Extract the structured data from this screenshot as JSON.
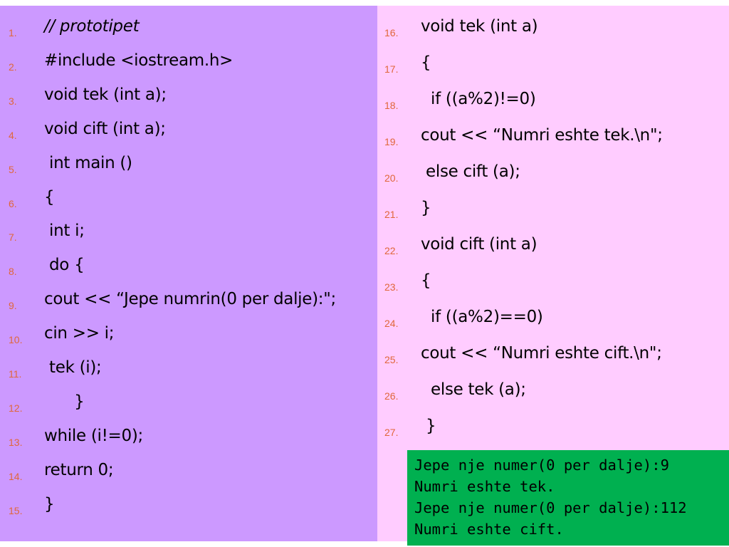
{
  "colors": {
    "left_panel": "#cc99ff",
    "right_panel": "#ffccff",
    "line_numbers": "#e0663a",
    "console_background": "#00b050"
  },
  "left_code": [
    {
      "n": "1.",
      "text": "// prototipet"
    },
    {
      "n": "2.",
      "text": "#include <iostream.h>"
    },
    {
      "n": "3.",
      "text": "void tek (int a);"
    },
    {
      "n": "4.",
      "text": "void cift (int a);"
    },
    {
      "n": "5.",
      "text": " int main ()"
    },
    {
      "n": "6.",
      "text": "{"
    },
    {
      "n": "7.",
      "text": " int i;"
    },
    {
      "n": "8.",
      "text": " do {"
    },
    {
      "n": "9.",
      "text": "cout << “Jepe numrin(0 per dalje):\";"
    },
    {
      "n": "10.",
      "text": "cin >> i;"
    },
    {
      "n": "11.",
      "text": " tek (i);"
    },
    {
      "n": "12.",
      "text": "      }"
    },
    {
      "n": "13.",
      "text": "while (i!=0);"
    },
    {
      "n": "14.",
      "text": "return 0;"
    },
    {
      "n": "15.",
      "text": "}"
    }
  ],
  "right_code": [
    {
      "n": "16.",
      "text": "void tek (int a)"
    },
    {
      "n": "17.",
      "text": "{"
    },
    {
      "n": "18.",
      "text": "  if ((a%2)!=0)"
    },
    {
      "n": "19.",
      "text": "cout << “Numri eshte tek.\\n\";"
    },
    {
      "n": "20.",
      "text": " else cift (a);"
    },
    {
      "n": "21.",
      "text": "}"
    },
    {
      "n": "22.",
      "text": "void cift (int a)"
    },
    {
      "n": "23.",
      "text": "{"
    },
    {
      "n": "24.",
      "text": "  if ((a%2)==0)"
    },
    {
      "n": "25.",
      "text": "cout << “Numri eshte cift.\\n\";"
    },
    {
      "n": "26.",
      "text": "  else tek (a);"
    },
    {
      "n": "27.",
      "text": " }"
    }
  ],
  "console_output": [
    "Jepe nje numer(0 per dalje):9",
    "Numri eshte tek.",
    "Jepe nje numer(0 per dalje):112",
    "Numri eshte cift."
  ]
}
